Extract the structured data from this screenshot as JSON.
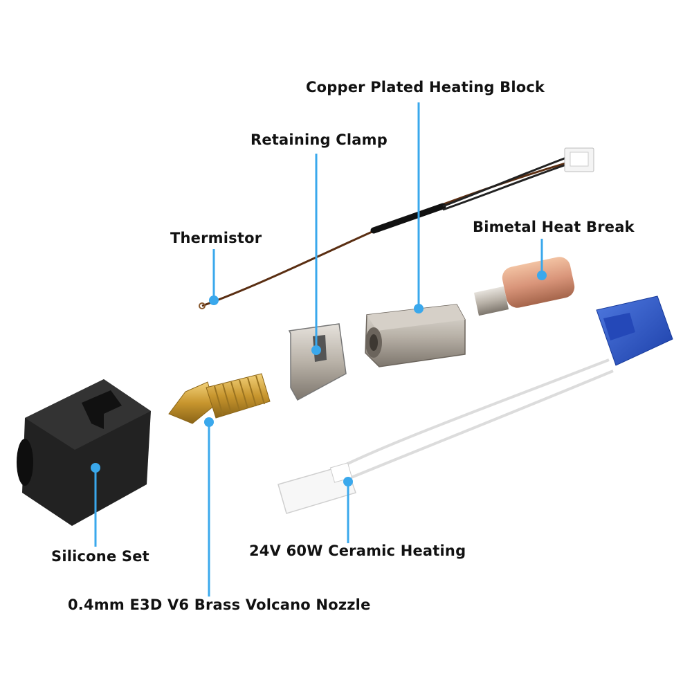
{
  "diagram": {
    "title": "Hotend kit exploded parts view",
    "accent_color": "#3aa8ec",
    "labels": [
      {
        "id": "copper-block",
        "text": "Copper Plated Heating Block"
      },
      {
        "id": "retaining-clamp",
        "text": "Retaining Clamp"
      },
      {
        "id": "thermistor",
        "text": "Thermistor"
      },
      {
        "id": "heat-break",
        "text": "Bimetal Heat Break"
      },
      {
        "id": "silicone-set",
        "text": "Silicone Set"
      },
      {
        "id": "ceramic-heating",
        "text": "24V 60W Ceramic Heating"
      },
      {
        "id": "nozzle",
        "text": "0.4mm E3D V6 Brass Volcano Nozzle"
      }
    ]
  }
}
